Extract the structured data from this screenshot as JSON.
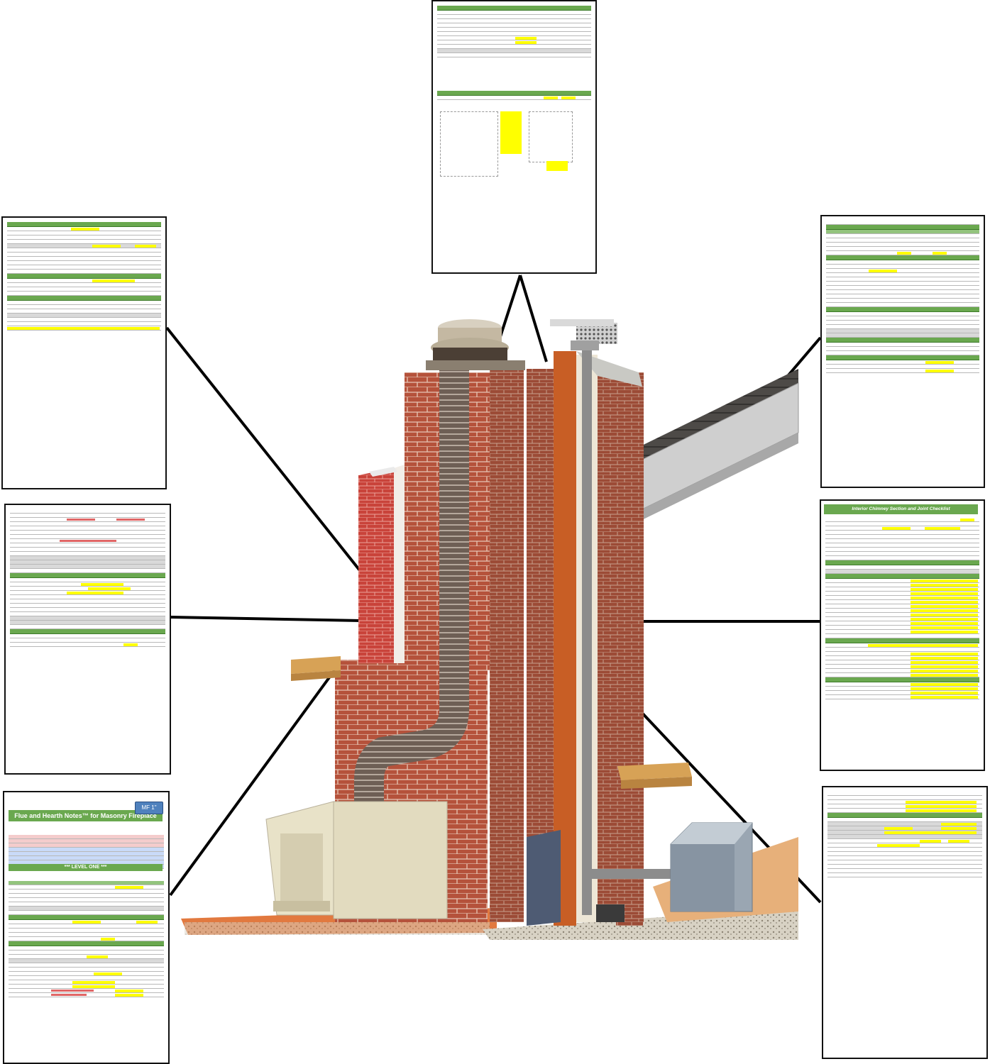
{
  "bottom_left_sheet": {
    "title": "Flue and Hearth Notes™ for Masonry Fireplace",
    "badge": "MF 1\"",
    "level_label": "*** LEVEL ONE ***"
  },
  "right_middle_sheet": {
    "title": "Interior Chimney Section and Joint Checklist"
  },
  "colors": {
    "sheet_header_green": "#6aa84f",
    "highlight_yellow": "#ffff00",
    "brick_red": "#b5523b",
    "liner_steel": "#6e5f55",
    "firebox_cream": "#e8e2c8"
  }
}
